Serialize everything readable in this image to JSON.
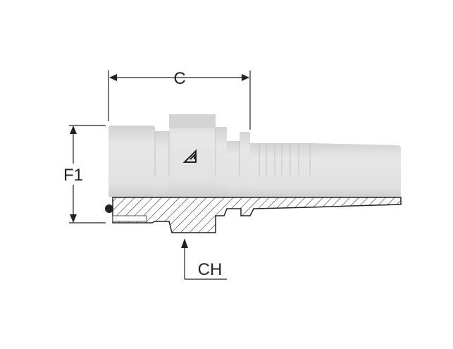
{
  "diagram": {
    "dimensions": {
      "c": "C",
      "f1": "F1",
      "ch": "CH"
    },
    "colors": {
      "body": "#dcdcdc",
      "line": "#222222",
      "hatch": "#333333"
    }
  }
}
